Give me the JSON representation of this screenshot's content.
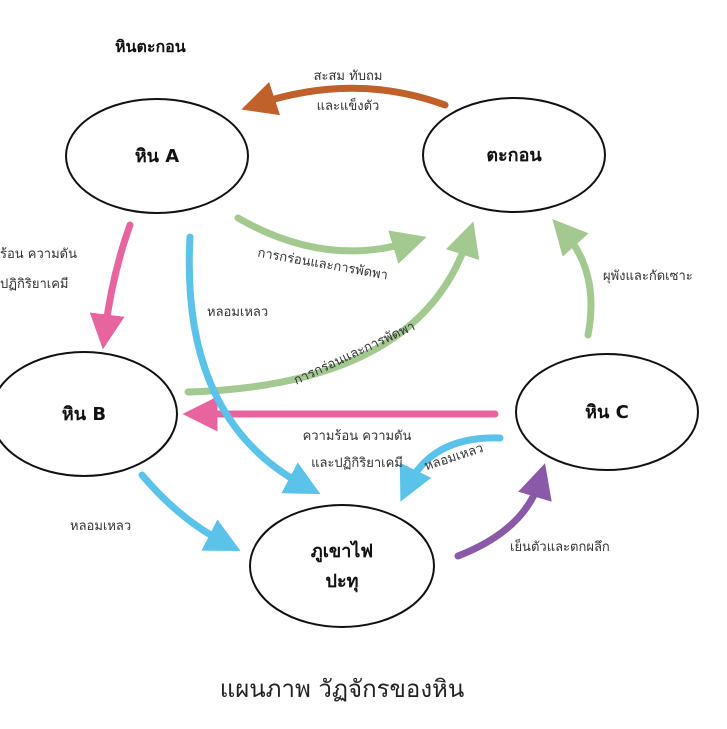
{
  "title": "หินตะกอน",
  "caption": "แผนภาพ วัฏจักรของหิน",
  "colors": {
    "deposition": "#c0602a",
    "erosion": "#a3c991",
    "metamorphism": "#e8649e",
    "melting": "#5bc3ea",
    "cooling": "#8a5aa8",
    "node_stroke": "#111111"
  },
  "nodes": {
    "rock_a": "หิน A",
    "sediment": "ตะกอน",
    "rock_b": "หิน B",
    "rock_c": "หิน C",
    "magma_line1": "ภูเขาไฟ",
    "magma_line2": "ปะทุ"
  },
  "edges": {
    "sediment_to_a_line1": "สะสม ทับถม",
    "sediment_to_a_line2": "และแข็งตัว",
    "a_to_sediment": "การกร่อนและการพัดพา",
    "a_to_b_line1": "ร้อน ความดัน",
    "a_to_b_line2": "ปฏิกิริยาเคมี",
    "a_to_magma": "หลอมเหลว",
    "b_to_sediment": "การกร่อนและการพัดพา",
    "c_to_sediment": "ผุพังและกัดเซาะ",
    "c_to_b_line1": "ความร้อน ความดัน",
    "c_to_b_line2": "และปฏิกิริยาเคมี",
    "c_to_magma": "หลอมเหลว",
    "b_to_magma": "หลอมเหลว",
    "magma_to_c": "เย็นตัวและตกผลึก"
  }
}
